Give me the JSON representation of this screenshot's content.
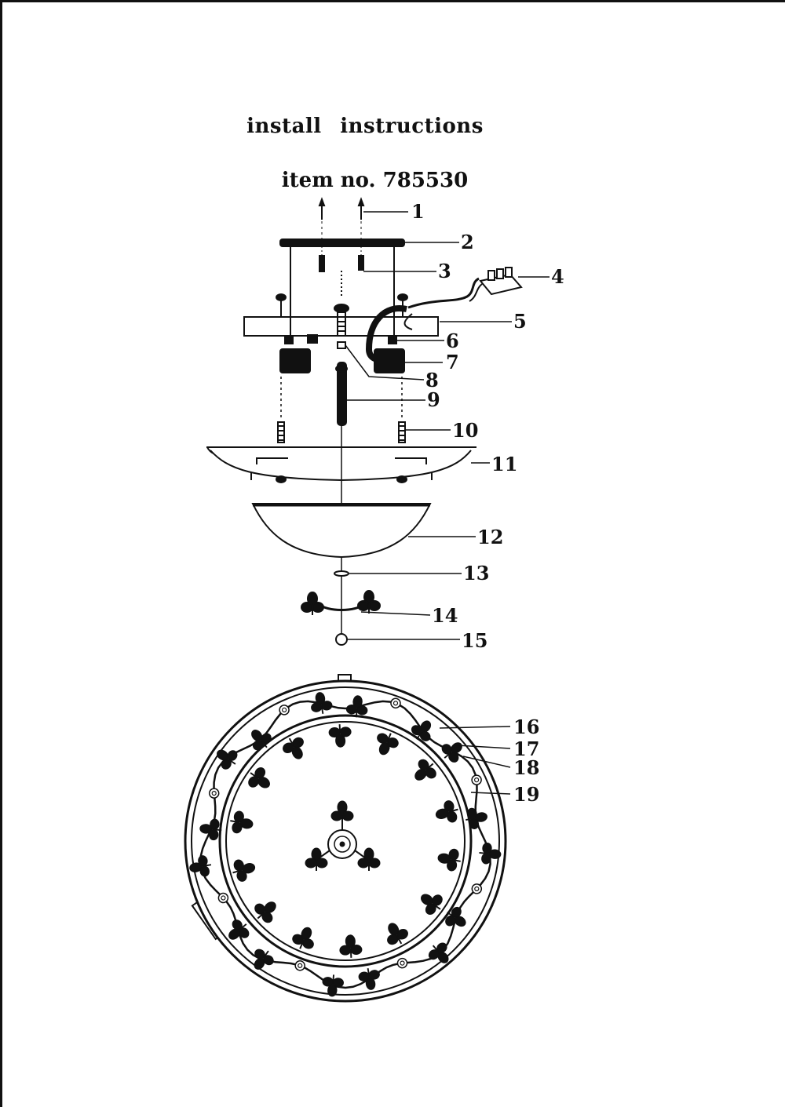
{
  "document": {
    "title": "install   instructions",
    "item_number": "item no. 785530"
  },
  "callouts": [
    {
      "id": "c1",
      "label": "1"
    },
    {
      "id": "c2",
      "label": "2"
    },
    {
      "id": "c3",
      "label": "3"
    },
    {
      "id": "c4",
      "label": "4"
    },
    {
      "id": "c5",
      "label": "5"
    },
    {
      "id": "c6",
      "label": "6"
    },
    {
      "id": "c7",
      "label": "7"
    },
    {
      "id": "c8",
      "label": "8"
    },
    {
      "id": "c9",
      "label": "9"
    },
    {
      "id": "c10",
      "label": "10"
    },
    {
      "id": "c11",
      "label": "11"
    },
    {
      "id": "c12",
      "label": "12"
    },
    {
      "id": "c13",
      "label": "13"
    },
    {
      "id": "c14",
      "label": "14"
    },
    {
      "id": "c15",
      "label": "15"
    },
    {
      "id": "c16",
      "label": "16"
    },
    {
      "id": "c17",
      "label": "17"
    },
    {
      "id": "c18",
      "label": "18"
    },
    {
      "id": "c19",
      "label": "19"
    }
  ],
  "colors": {
    "ink": "#111111",
    "paper": "#ffffff"
  }
}
